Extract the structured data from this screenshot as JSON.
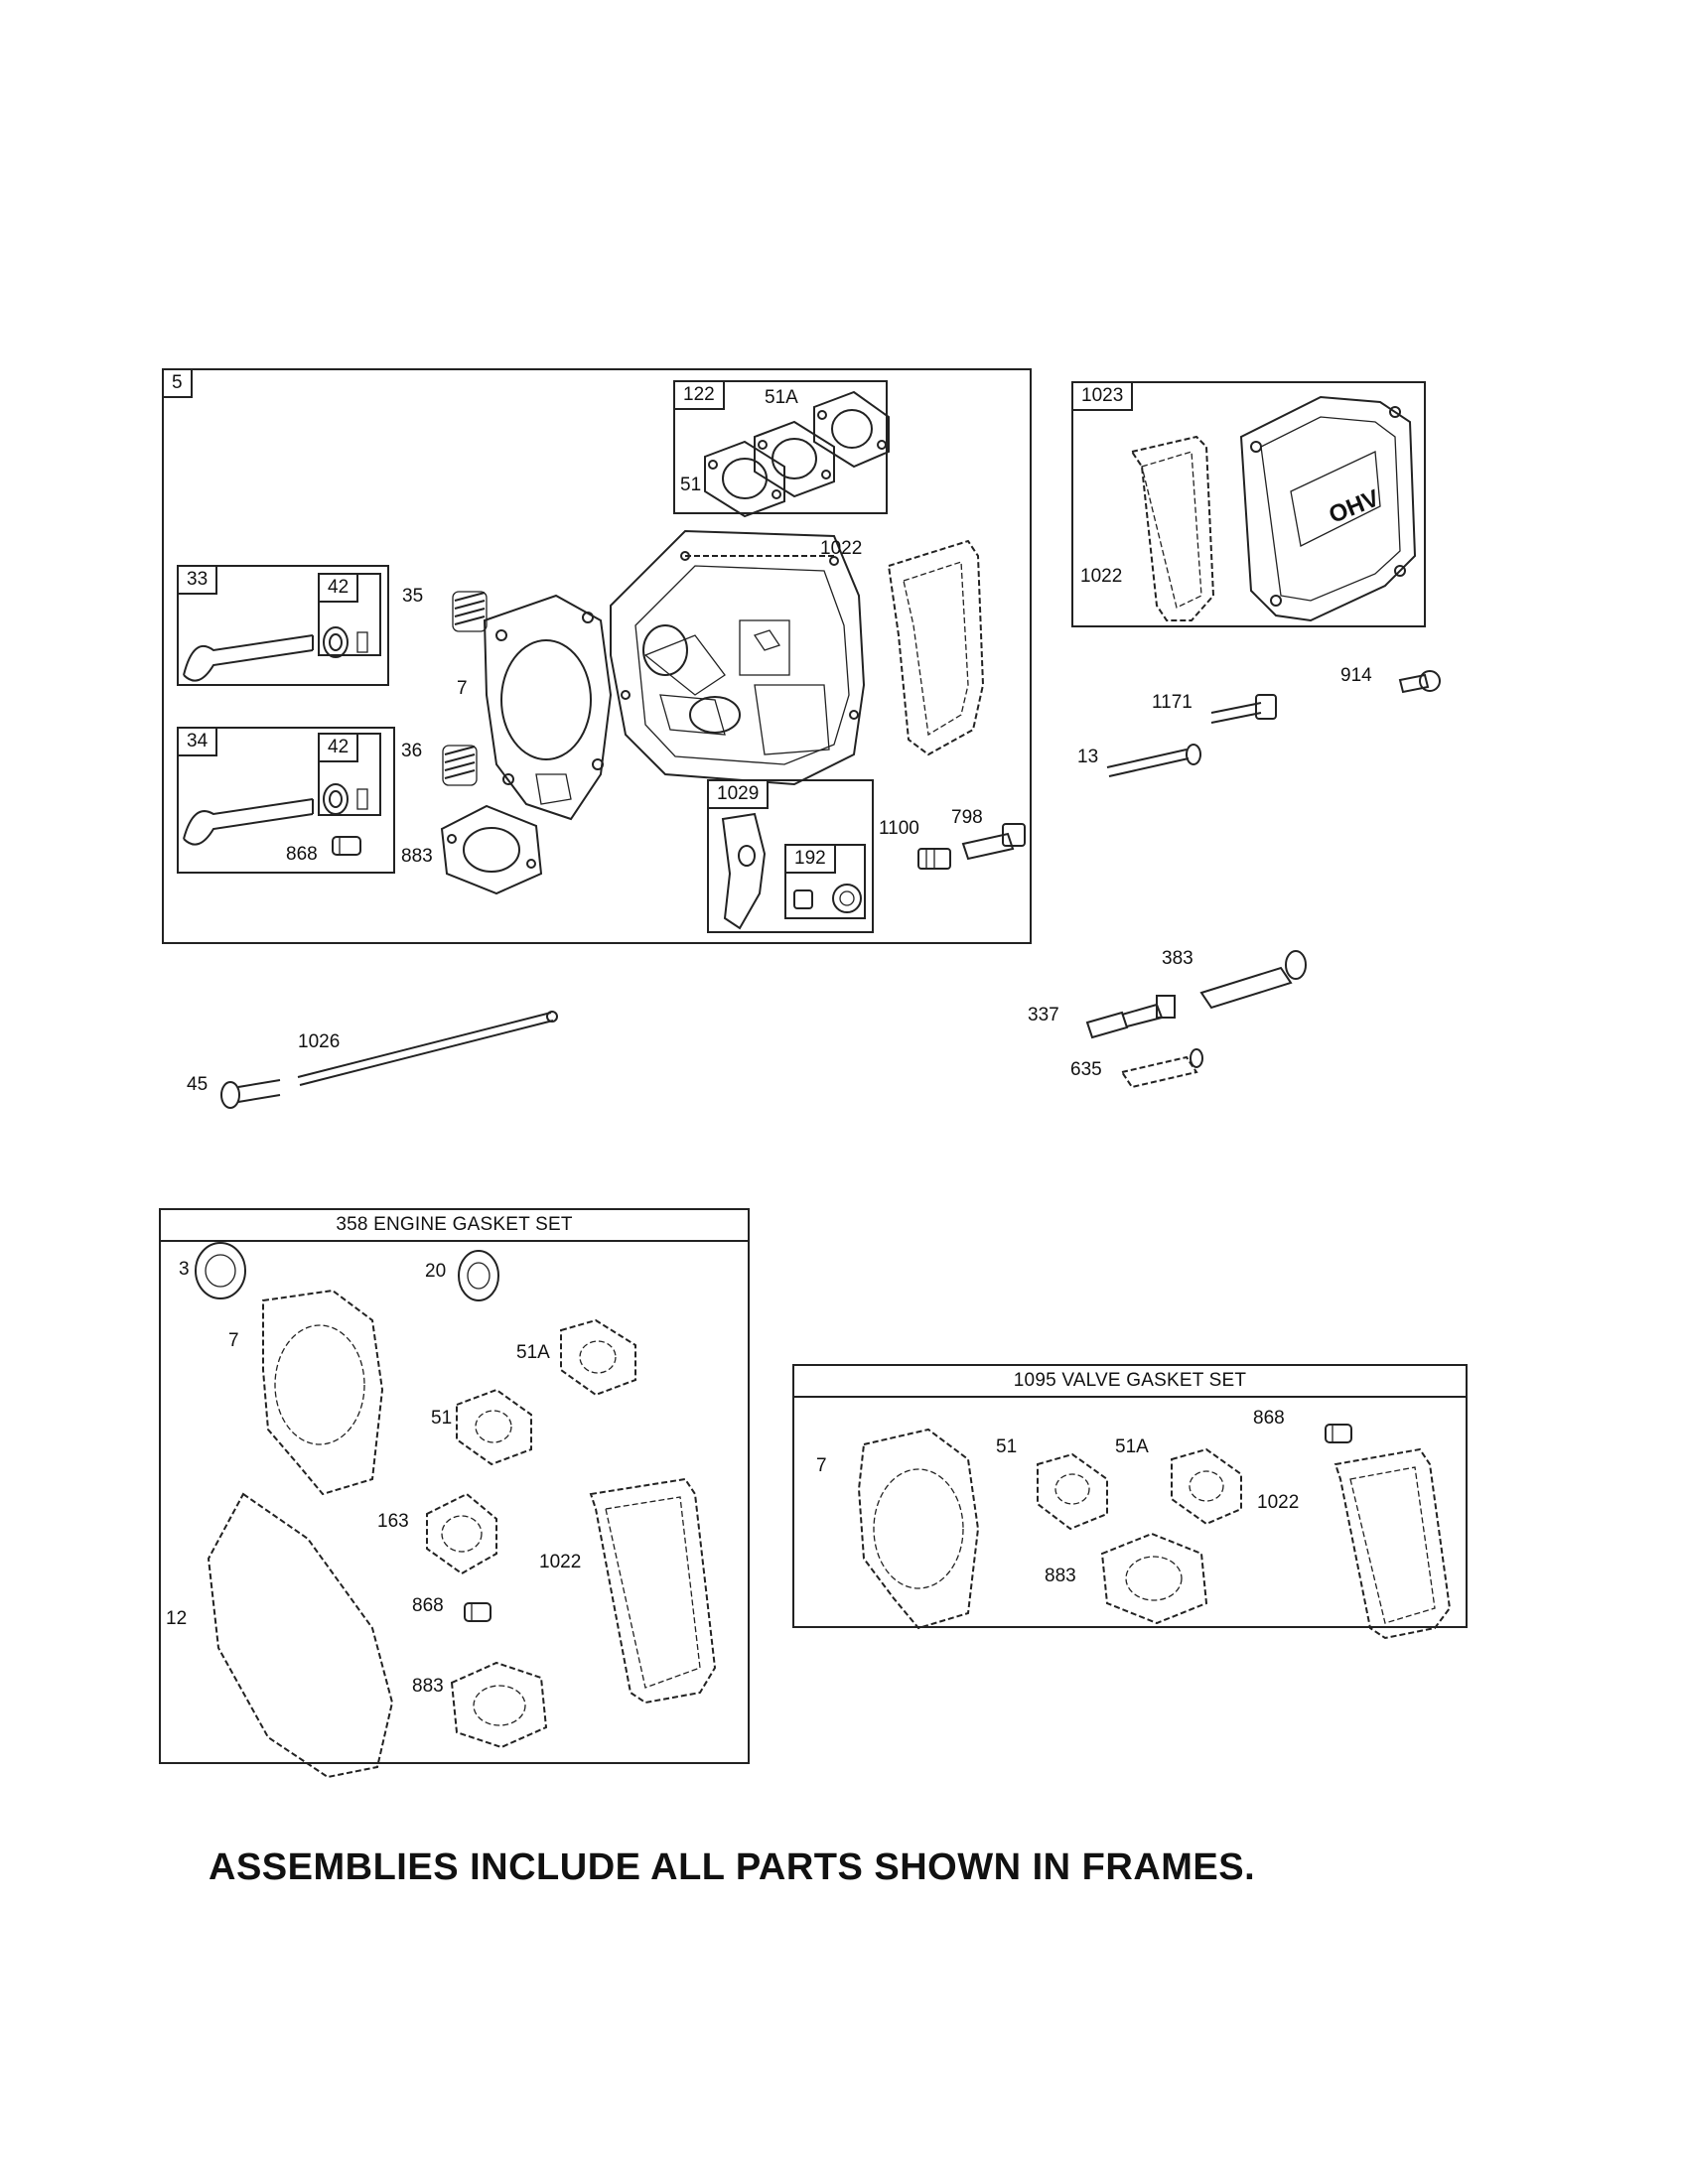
{
  "frames": {
    "cylinder_head": {
      "tag": "5"
    },
    "intake_gaskets": {
      "tag": "122",
      "labels": [
        "51A",
        "51"
      ]
    },
    "exhaust_valve": {
      "tag": "33",
      "sub_tag": "42"
    },
    "intake_valve": {
      "tag": "34",
      "sub_tag": "42",
      "labels": [
        "868"
      ]
    },
    "rocker": {
      "tag": "1029",
      "sub_tag": "192"
    },
    "valve_cover": {
      "tag": "1023",
      "labels": [
        "1022"
      ]
    },
    "engine_gasket_set": {
      "title": "358 ENGINE GASKET SET",
      "labels": [
        "3",
        "20",
        "7",
        "51A",
        "51",
        "163",
        "1022",
        "12",
        "868",
        "883"
      ]
    },
    "valve_gasket_set": {
      "title": "1095 VALVE GASKET SET",
      "labels": [
        "7",
        "51",
        "51A",
        "868",
        "1022",
        "883"
      ]
    }
  },
  "head_labels": [
    "35",
    "7",
    "36",
    "883",
    "1022",
    "1100",
    "798"
  ],
  "loose_parts": [
    "914",
    "1171",
    "13",
    "383",
    "337",
    "635",
    "1026",
    "45"
  ],
  "cover_logo": "OHV",
  "caption": "ASSEMBLIES INCLUDE ALL PARTS SHOWN IN FRAMES."
}
